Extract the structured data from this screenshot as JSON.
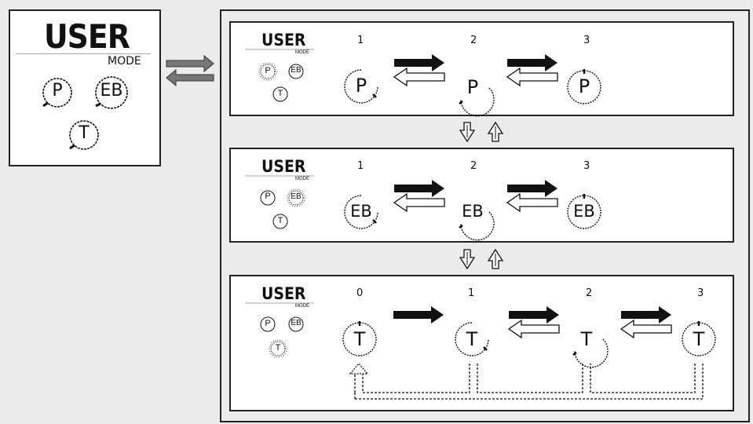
{
  "overview": {
    "title": "USER",
    "subtitle": "MODE",
    "modes": [
      "P",
      "EB",
      "T"
    ]
  },
  "panels": [
    {
      "id": "p",
      "title": "USER",
      "subtitle": "MODE",
      "mini_modes": [
        "P",
        "EB",
        "T"
      ],
      "active_mode": "P",
      "steps": [
        {
          "number": "1",
          "label": "P"
        },
        {
          "number": "2",
          "label": "P"
        },
        {
          "number": "3",
          "label": "P"
        }
      ]
    },
    {
      "id": "eb",
      "title": "USER",
      "subtitle": "MODE",
      "mini_modes": [
        "P",
        "EB",
        "T"
      ],
      "active_mode": "EB",
      "steps": [
        {
          "number": "1",
          "label": "EB"
        },
        {
          "number": "2",
          "label": "EB"
        },
        {
          "number": "3",
          "label": "EB"
        }
      ]
    },
    {
      "id": "t",
      "title": "USER",
      "subtitle": "MODE",
      "mini_modes": [
        "P",
        "EB",
        "T"
      ],
      "active_mode": "T",
      "steps": [
        {
          "number": "0",
          "label": "T"
        },
        {
          "number": "1",
          "label": "T"
        },
        {
          "number": "2",
          "label": "T"
        },
        {
          "number": "3",
          "label": "T"
        }
      ]
    }
  ]
}
